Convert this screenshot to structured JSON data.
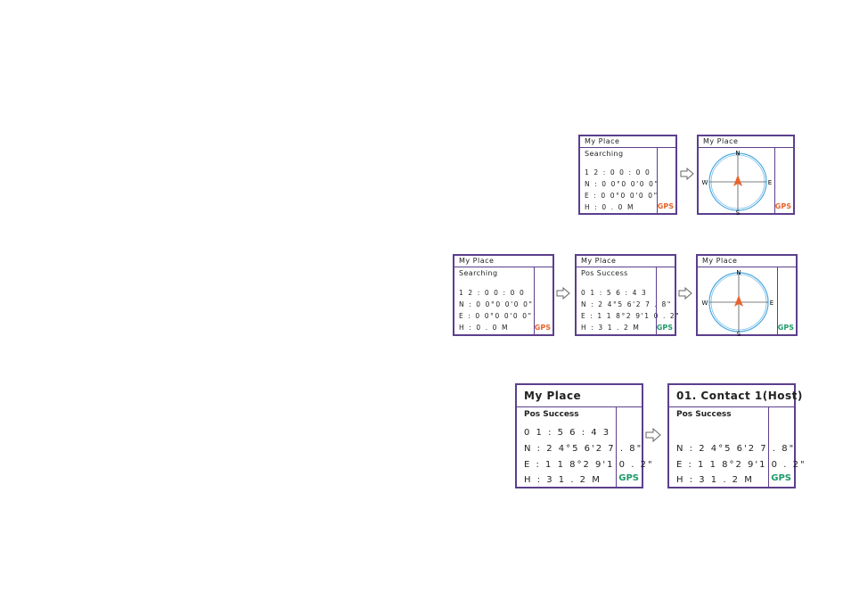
{
  "colors": {
    "frame": "#5b3f8c",
    "gps_searching": "#e8632b",
    "gps_fixed": "#1f9a6a",
    "compass_ring": "#4aa8e0",
    "needle": "#e8632b"
  },
  "row1": {
    "screen1": {
      "title": "My Place",
      "status": "Searching",
      "time": "1 2 : 0 0 : 0 0",
      "n": "N : 0 0°0 0'0 0\"",
      "e": "E : 0 0°0 0'0 0\"",
      "h": "H : 0 . 0 M",
      "gps": "GPS"
    },
    "screen2": {
      "title": "My Place",
      "gps": "GPS",
      "n": "N",
      "s": "S",
      "e": "E",
      "w": "W"
    }
  },
  "row2": {
    "screen1": {
      "title": "My Place",
      "status": "Searching",
      "time": "1 2 : 0 0 : 0 0",
      "n": "N : 0 0°0 0'0 0\"",
      "e": "E : 0 0°0 0'0 0\"",
      "h": "H : 0 . 0 M",
      "gps": "GPS"
    },
    "screen2": {
      "title": "My Place",
      "status": "Pos Success",
      "time": "0 1 : 5 6 : 4 3",
      "n": "N : 2 4°5 6'2 7 . 8\"",
      "e": "E : 1 1 8°2 9'1 0 . 2\"",
      "h": "H : 3 1 . 2 M",
      "gps": "GPS"
    },
    "screen3": {
      "title": "My Place",
      "gps": "GPS",
      "n": "N",
      "s": "S",
      "e": "E",
      "w": "W"
    }
  },
  "row3": {
    "screen1": {
      "title": "My Place",
      "status": "Pos Success",
      "time": "0 1 : 5 6 : 4 3",
      "n": "N : 2 4°5 6'2 7 . 8\"",
      "e": "E : 1 1 8°2 9'1 0 . 2\"",
      "h": "H : 3 1 . 2 M",
      "gps": "GPS"
    },
    "screen2": {
      "title": "01. Contact 1(Host)",
      "status": "Pos Success",
      "n": "N : 2 4°5 6'2 7 . 8\"",
      "e": "E : 1 1 8°2 9'1 0 . 2\"",
      "h": "H : 3 1 . 2 M",
      "gps": "GPS"
    }
  }
}
